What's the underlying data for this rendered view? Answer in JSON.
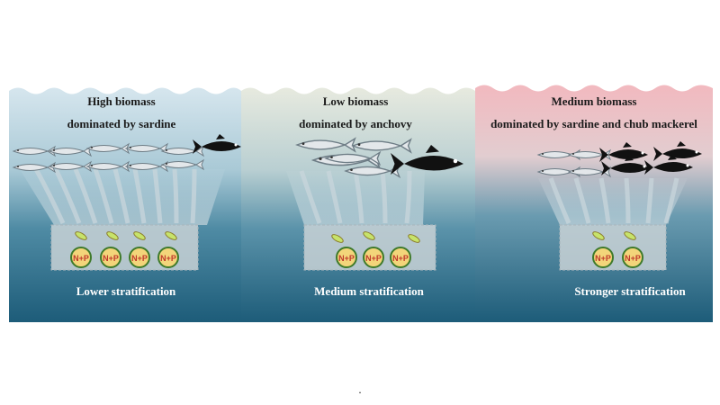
{
  "panels": [
    {
      "title_line1": "High biomass",
      "title_line2": "dominated by sardine",
      "stratification": "Lower stratification",
      "surface_color": "#d6e6ee",
      "nutrient_label": "N+P"
    },
    {
      "title_line1": "Low biomass",
      "title_line2": "dominated by anchovy",
      "stratification": "Medium stratification",
      "surface_color": "#e7eadf",
      "nutrient_label": "N+P"
    },
    {
      "title_line1": "Medium biomass",
      "title_line2": "dominated by sardine and chub mackerel",
      "stratification": "Stronger stratification",
      "surface_color": "#f2b9bf",
      "nutrient_label": "N+P"
    }
  ],
  "footer_mark": ".",
  "colors": {
    "deep_water": "#1e5f7c",
    "mid_water": "#5f95ad",
    "nutrient_circle_fill": "#f3d57a",
    "nutrient_circle_stroke": "#3f7a2a",
    "nutrient_text": "#c0392b",
    "fish_dark": "#111111",
    "fish_light": "#e3e7ea"
  }
}
